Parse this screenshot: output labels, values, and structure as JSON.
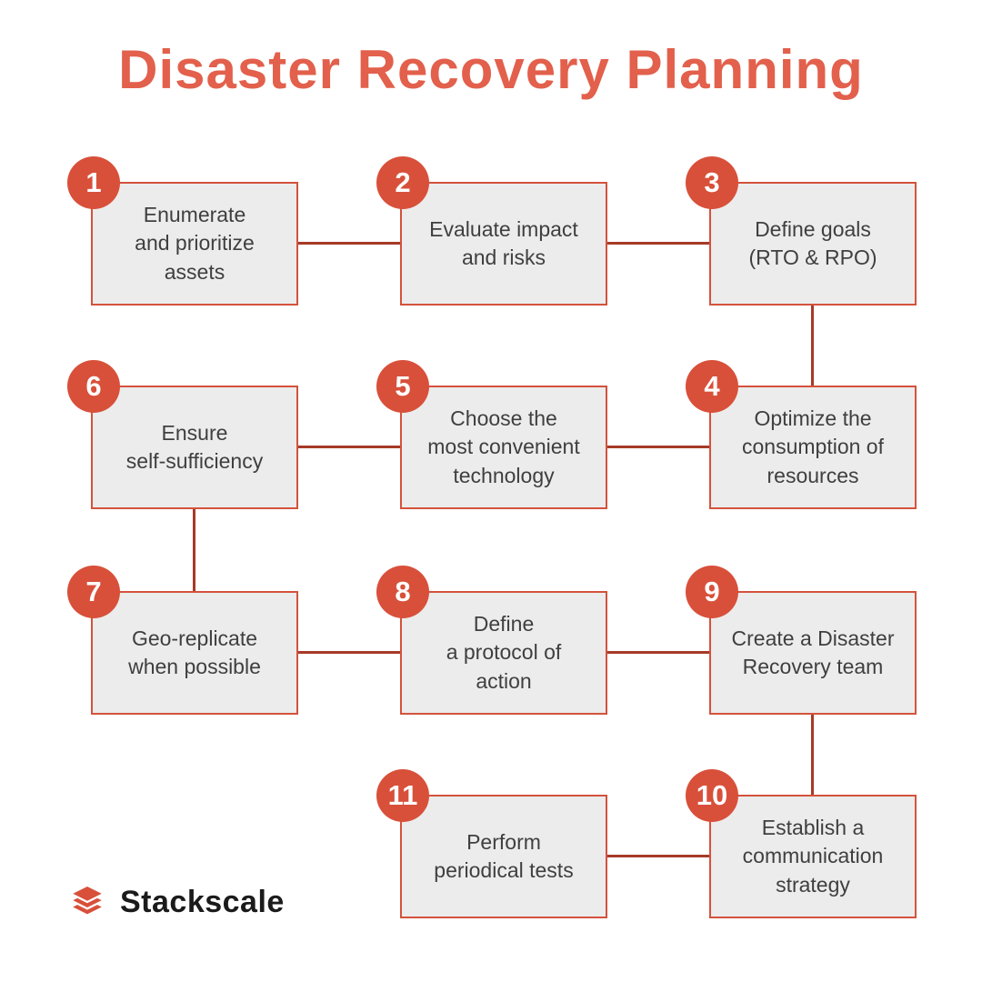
{
  "title": "Disaster Recovery Planning",
  "brand": {
    "name": "Stackscale",
    "logo_icon": "stacked-layers-icon"
  },
  "colors": {
    "title_text": "#e2604c",
    "step_circle": "#d8503a",
    "box_border": "#d4523c",
    "box_background": "#ececec",
    "connector_line": "#a63a28",
    "step_text": "#3f3f3f",
    "brand_text": "#1b1b1b"
  },
  "steps": [
    {
      "number": "1",
      "label": "Enumerate\nand prioritize\nassets"
    },
    {
      "number": "2",
      "label": "Evaluate impact\nand risks"
    },
    {
      "number": "3",
      "label": "Define goals\n(RTO & RPO)"
    },
    {
      "number": "4",
      "label": "Optimize the\nconsumption of\nresources"
    },
    {
      "number": "5",
      "label": "Choose the\nmost convenient\ntechnology"
    },
    {
      "number": "6",
      "label": "Ensure\nself-sufficiency"
    },
    {
      "number": "7",
      "label": "Geo-replicate\nwhen possible"
    },
    {
      "number": "8",
      "label": "Define\na protocol of\naction"
    },
    {
      "number": "9",
      "label": "Create a Disaster\nRecovery team"
    },
    {
      "number": "10",
      "label": "Establish a\ncommunication\nstrategy"
    },
    {
      "number": "11",
      "label": "Perform\nperiodical tests"
    }
  ],
  "connections": [
    {
      "from": "1",
      "to": "2"
    },
    {
      "from": "2",
      "to": "3"
    },
    {
      "from": "3",
      "to": "4"
    },
    {
      "from": "4",
      "to": "5"
    },
    {
      "from": "5",
      "to": "6"
    },
    {
      "from": "6",
      "to": "7"
    },
    {
      "from": "7",
      "to": "8"
    },
    {
      "from": "8",
      "to": "9"
    },
    {
      "from": "9",
      "to": "10"
    },
    {
      "from": "10",
      "to": "11"
    }
  ]
}
